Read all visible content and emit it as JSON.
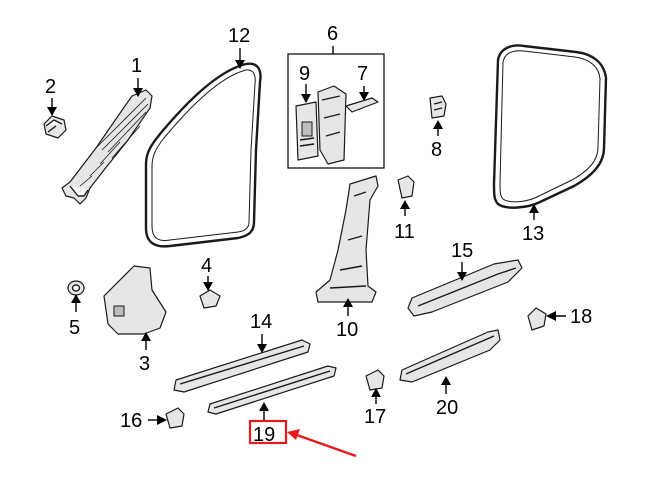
{
  "callouts": {
    "c1": "1",
    "c2": "2",
    "c3": "3",
    "c4": "4",
    "c5": "5",
    "c6": "6",
    "c7": "7",
    "c8": "8",
    "c9": "9",
    "c10": "10",
    "c11": "11",
    "c12": "12",
    "c13": "13",
    "c14": "14",
    "c15": "15",
    "c16": "16",
    "c17": "17",
    "c18": "18",
    "c19": "19",
    "c20": "20"
  },
  "colors": {
    "highlight": "#e8191b",
    "line": "#000000"
  }
}
